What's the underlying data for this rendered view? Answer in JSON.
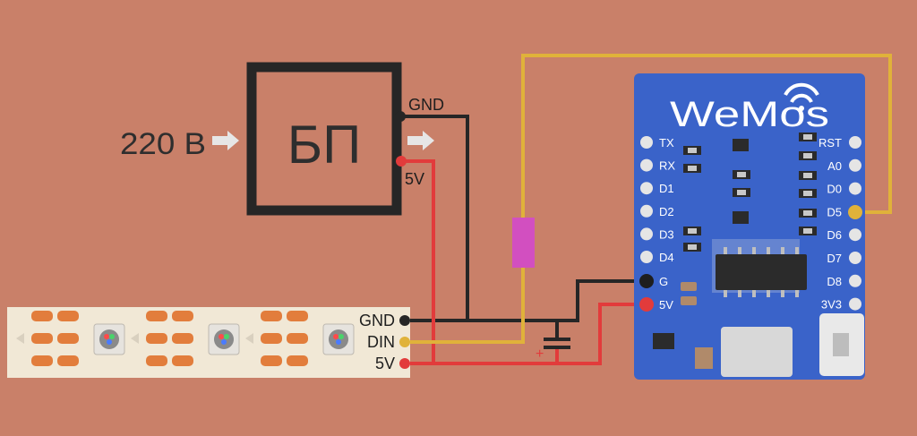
{
  "colors": {
    "background": "#c98069",
    "wire_yellow": "#e0b23a",
    "wire_red": "#e23b3b",
    "wire_black": "#262626",
    "resistor": "#d24fc0",
    "board": "#3a63c9",
    "strip": "#f1e8d6",
    "strip_pad": "#e27d3c"
  },
  "input_voltage": "220 В",
  "psu": {
    "label": "БП",
    "gnd_label": "GND",
    "v5_label": "5V"
  },
  "strip": {
    "pins": [
      "GND",
      "DIN",
      "5V"
    ]
  },
  "wemos": {
    "logo": "WeMos",
    "left_pins": [
      "TX",
      "RX",
      "D1",
      "D2",
      "D3",
      "D4"
    ],
    "right_pins": [
      "RST",
      "A0",
      "D0",
      "D5",
      "D6",
      "D7",
      "D8",
      "3V3"
    ],
    "power_pins": [
      "G",
      "5V"
    ]
  },
  "capacitor_polarity": "+"
}
